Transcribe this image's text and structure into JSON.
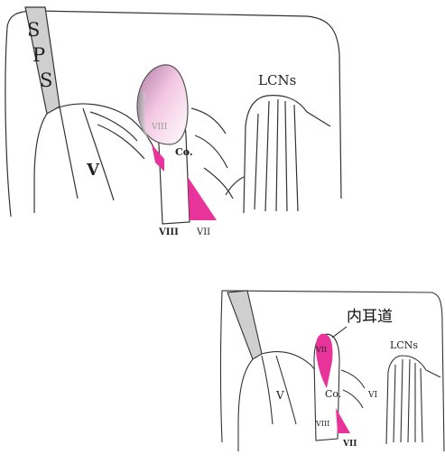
{
  "top_diagram": {
    "labels": {
      "sps_s1": "S",
      "sps_p": "P",
      "sps_s2": "S",
      "lcns": "LCNs",
      "v": "V",
      "viii_tumor": "VIII",
      "co": "Co.",
      "viii": "VIII",
      "vii": "VII"
    }
  },
  "bottom_diagram": {
    "labels": {
      "iac": "内耳道",
      "lcns": "LCNs",
      "vii_upper": "VII",
      "co": "Co.",
      "vi": "VI",
      "v": "V",
      "viii": "VIII",
      "vii_lower": "VII"
    }
  },
  "colors": {
    "magenta": "#e8339b",
    "tumor_light": "#f4c2e0",
    "sps_gray": "#cfcfcf",
    "line": "#333333"
  }
}
